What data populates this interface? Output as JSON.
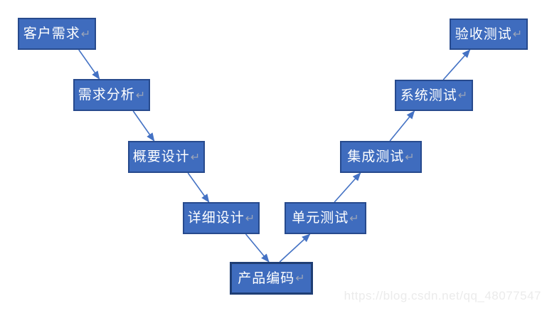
{
  "diagram": {
    "type": "v-model-flowchart",
    "return_mark": "↵",
    "nodes": [
      {
        "id": "customer-requirements",
        "label": "客户需求"
      },
      {
        "id": "requirements-analysis",
        "label": "需求分析"
      },
      {
        "id": "high-level-design",
        "label": "概要设计"
      },
      {
        "id": "detailed-design",
        "label": "详细设计"
      },
      {
        "id": "product-coding",
        "label": "产品编码"
      },
      {
        "id": "unit-testing",
        "label": "单元测试"
      },
      {
        "id": "integration-testing",
        "label": "集成测试"
      },
      {
        "id": "system-testing",
        "label": "系统测试"
      },
      {
        "id": "acceptance-testing",
        "label": "验收测试"
      }
    ],
    "edges": [
      {
        "from": "customer-requirements",
        "to": "requirements-analysis"
      },
      {
        "from": "requirements-analysis",
        "to": "high-level-design"
      },
      {
        "from": "high-level-design",
        "to": "detailed-design"
      },
      {
        "from": "detailed-design",
        "to": "product-coding"
      },
      {
        "from": "product-coding",
        "to": "unit-testing"
      },
      {
        "from": "unit-testing",
        "to": "integration-testing"
      },
      {
        "from": "integration-testing",
        "to": "system-testing"
      },
      {
        "from": "system-testing",
        "to": "acceptance-testing"
      }
    ],
    "colors": {
      "node_fill": "#3F6CBE",
      "node_border": "#274A8D",
      "coding_node_border": "#1F3E74",
      "arrow": "#4472C4",
      "text": "#FFFFFF",
      "return_mark": "#9BA4B8"
    }
  },
  "watermark": {
    "text": "https://blog.csdn.net/qq_48077547",
    "color": "#EBEBEB"
  }
}
